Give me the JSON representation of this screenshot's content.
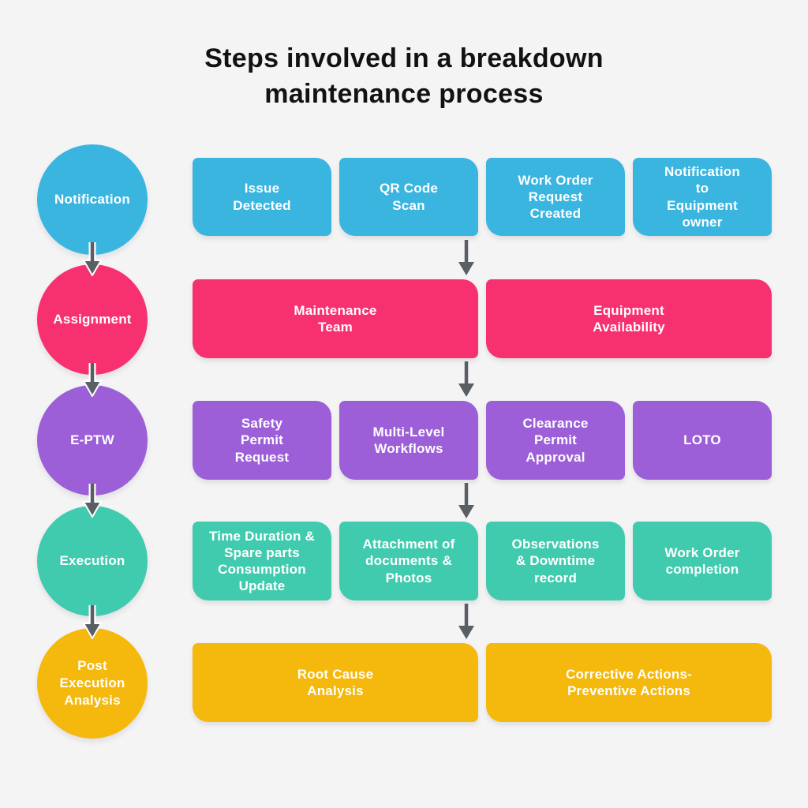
{
  "title": "Steps involved in a breakdown\nmaintenance process",
  "palette": {
    "background": "#f4f4f5",
    "arrow": "#5a5f64",
    "text_on_color": "#ffffff",
    "title_color": "#121212",
    "notification_blue": "#3ab5e0",
    "assignment_pink": "#f7316f",
    "eptw_purple": "#9c5fd8",
    "execution_teal": "#41cbae",
    "post_execution_yellow": "#f5b80c"
  },
  "stages": [
    {
      "label": "Notification",
      "color": "#3ab5e0",
      "boxes": [
        {
          "label": "Issue\nDetected"
        },
        {
          "label": "QR Code\nScan"
        },
        {
          "label": "Work Order\nRequest\nCreated"
        },
        {
          "label": "Notification\nto\nEquipment\nowner"
        }
      ]
    },
    {
      "label": "Assignment",
      "color": "#f7316f",
      "boxes": [
        {
          "label": "Maintenance\nTeam"
        },
        {
          "label": "Equipment\nAvailability"
        }
      ]
    },
    {
      "label": "E-PTW",
      "color": "#9c5fd8",
      "boxes": [
        {
          "label": "Safety\nPermit\nRequest"
        },
        {
          "label": "Multi-Level\nWorkflows"
        },
        {
          "label": "Clearance\nPermit\nApproval"
        },
        {
          "label": "LOTO"
        }
      ]
    },
    {
      "label": "Execution",
      "color": "#41cbae",
      "boxes": [
        {
          "label": "Time Duration &\nSpare parts\nConsumption\nUpdate"
        },
        {
          "label": "Attachment of\ndocuments &\nPhotos"
        },
        {
          "label": "Observations\n& Downtime\nrecord"
        },
        {
          "label": "Work Order\ncompletion"
        }
      ]
    },
    {
      "label": "Post\nExecution\nAnalysis",
      "color": "#f5b80c",
      "boxes": [
        {
          "label": "Root Cause\nAnalysis"
        },
        {
          "label": "Corrective Actions-\nPreventive Actions"
        }
      ]
    }
  ]
}
